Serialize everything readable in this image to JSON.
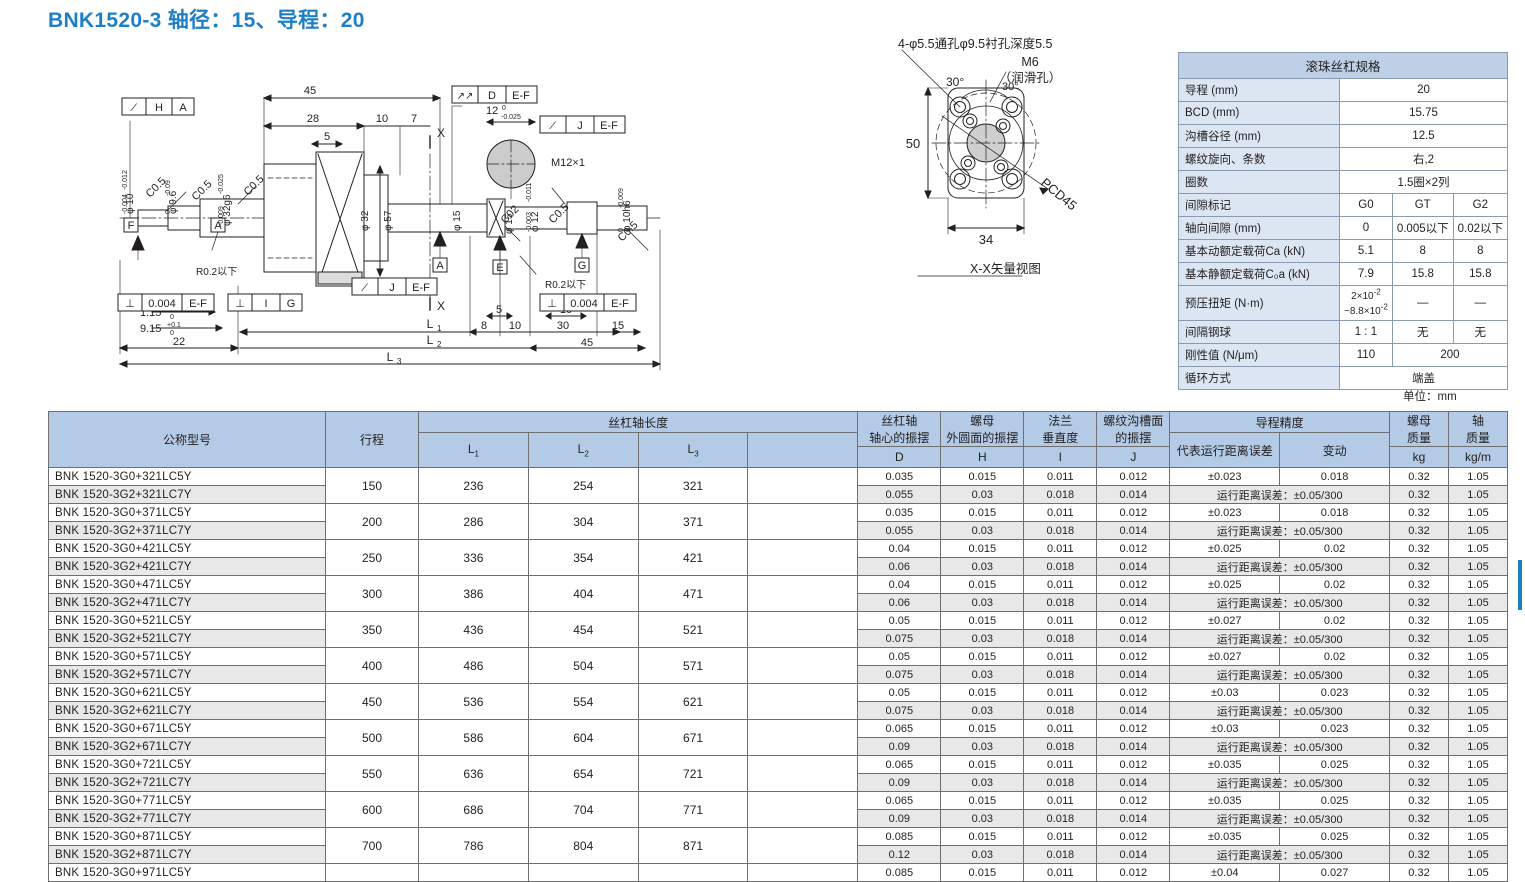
{
  "title": "BNK1520-3  轴径：15、导程：20",
  "unit_note": "单位：mm",
  "spec_table": {
    "header": "滚珠丝杠规格",
    "rows": [
      {
        "label": "导程 (mm)",
        "type": "full",
        "values": [
          "20"
        ]
      },
      {
        "label": "BCD (mm)",
        "type": "full",
        "values": [
          "15.75"
        ]
      },
      {
        "label": "沟槽谷径 (mm)",
        "type": "full",
        "values": [
          "12.5"
        ]
      },
      {
        "label": "螺纹旋向、条数",
        "type": "full",
        "values": [
          "右,2"
        ]
      },
      {
        "label": "圈数",
        "type": "full",
        "values": [
          "1.5圈×2列"
        ]
      },
      {
        "label": "间隙标记",
        "type": "three",
        "values": [
          "G0",
          "GT",
          "G2"
        ]
      },
      {
        "label": "轴向间隙 (mm)",
        "type": "three",
        "values": [
          "0",
          "0.005以下",
          "0.02以下"
        ]
      },
      {
        "label": "基本动额定载荷Ca (kN)",
        "type": "three",
        "values": [
          "5.1",
          "8",
          "8"
        ]
      },
      {
        "label": "基本静额定载荷C₀a (kN)",
        "type": "three",
        "values": [
          "7.9",
          "15.8",
          "15.8"
        ]
      },
      {
        "label": "预压扭矩 (N·m)",
        "type": "three_multiline",
        "values": [
          "2×10⁻²\n~8.8×10⁻²",
          "—",
          "—"
        ]
      },
      {
        "label": "间隔钢球",
        "type": "three",
        "values": [
          "1 : 1",
          "无",
          "无"
        ]
      },
      {
        "label": "刚性值 (N/μm)",
        "type": "one_two",
        "values": [
          "110",
          "200"
        ]
      },
      {
        "label": "循环方式",
        "type": "full",
        "values": [
          "端盖"
        ]
      }
    ]
  },
  "main_table": {
    "headers": {
      "model": "公称型号",
      "stroke": "行程",
      "shaft_length_group": "丝杠轴长度",
      "l1": "L₁",
      "l2": "L₂",
      "l3": "L₃",
      "l4": "",
      "runout_shaft": "丝杠轴\n轴心的振摆",
      "runout_shaft_code": "D",
      "runout_nut": "螺母\n外圆面的振摆",
      "runout_nut_code": "H",
      "flange_perp": "法兰\n垂直度",
      "flange_perp_code": "I",
      "thread_groove": "螺纹沟槽面\n的振摆",
      "thread_groove_code": "J",
      "lead_accuracy_group": "导程精度",
      "travel_error": "代表运行距离误差",
      "variation": "变动",
      "nut_mass": "螺母\n质量",
      "nut_mass_unit": "kg",
      "shaft_mass": "轴\n质量",
      "shaft_mass_unit": "kg/m"
    },
    "rows": [
      {
        "model_a": "BNK 1520-3G0+321LC5Y",
        "model_b": "BNK 1520-3G2+321LC7Y",
        "stroke": "150",
        "l1": "236",
        "l2": "254",
        "l3": "321",
        "a": {
          "d": "0.035",
          "h": "0.015",
          "i": "0.011",
          "j": "0.012",
          "travel": "±0.023",
          "var": "0.018",
          "nut": "0.32",
          "shaft": "1.05"
        },
        "b": {
          "d": "0.055",
          "h": "0.03",
          "i": "0.018",
          "j": "0.014",
          "travel": "运行距离误差：±0.05/300",
          "nut": "0.32",
          "shaft": "1.05"
        }
      },
      {
        "model_a": "BNK 1520-3G0+371LC5Y",
        "model_b": "BNK 1520-3G2+371LC7Y",
        "stroke": "200",
        "l1": "286",
        "l2": "304",
        "l3": "371",
        "a": {
          "d": "0.035",
          "h": "0.015",
          "i": "0.011",
          "j": "0.012",
          "travel": "±0.023",
          "var": "0.018",
          "nut": "0.32",
          "shaft": "1.05"
        },
        "b": {
          "d": "0.055",
          "h": "0.03",
          "i": "0.018",
          "j": "0.014",
          "travel": "运行距离误差：±0.05/300",
          "nut": "0.32",
          "shaft": "1.05"
        }
      },
      {
        "model_a": "BNK 1520-3G0+421LC5Y",
        "model_b": "BNK 1520-3G2+421LC7Y",
        "stroke": "250",
        "l1": "336",
        "l2": "354",
        "l3": "421",
        "a": {
          "d": "0.04",
          "h": "0.015",
          "i": "0.011",
          "j": "0.012",
          "travel": "±0.025",
          "var": "0.02",
          "nut": "0.32",
          "shaft": "1.05"
        },
        "b": {
          "d": "0.06",
          "h": "0.03",
          "i": "0.018",
          "j": "0.014",
          "travel": "运行距离误差：±0.05/300",
          "nut": "0.32",
          "shaft": "1.05"
        }
      },
      {
        "model_a": "BNK 1520-3G0+471LC5Y",
        "model_b": "BNK 1520-3G2+471LC7Y",
        "stroke": "300",
        "l1": "386",
        "l2": "404",
        "l3": "471",
        "a": {
          "d": "0.04",
          "h": "0.015",
          "i": "0.011",
          "j": "0.012",
          "travel": "±0.025",
          "var": "0.02",
          "nut": "0.32",
          "shaft": "1.05"
        },
        "b": {
          "d": "0.06",
          "h": "0.03",
          "i": "0.018",
          "j": "0.014",
          "travel": "运行距离误差：±0.05/300",
          "nut": "0.32",
          "shaft": "1.05"
        }
      },
      {
        "model_a": "BNK 1520-3G0+521LC5Y",
        "model_b": "BNK 1520-3G2+521LC7Y",
        "stroke": "350",
        "l1": "436",
        "l2": "454",
        "l3": "521",
        "a": {
          "d": "0.05",
          "h": "0.015",
          "i": "0.011",
          "j": "0.012",
          "travel": "±0.027",
          "var": "0.02",
          "nut": "0.32",
          "shaft": "1.05"
        },
        "b": {
          "d": "0.075",
          "h": "0.03",
          "i": "0.018",
          "j": "0.014",
          "travel": "运行距离误差：±0.05/300",
          "nut": "0.32",
          "shaft": "1.05"
        }
      },
      {
        "model_a": "BNK 1520-3G0+571LC5Y",
        "model_b": "BNK 1520-3G2+571LC7Y",
        "stroke": "400",
        "l1": "486",
        "l2": "504",
        "l3": "571",
        "a": {
          "d": "0.05",
          "h": "0.015",
          "i": "0.011",
          "j": "0.012",
          "travel": "±0.027",
          "var": "0.02",
          "nut": "0.32",
          "shaft": "1.05"
        },
        "b": {
          "d": "0.075",
          "h": "0.03",
          "i": "0.018",
          "j": "0.014",
          "travel": "运行距离误差：±0.05/300",
          "nut": "0.32",
          "shaft": "1.05"
        }
      },
      {
        "model_a": "BNK 1520-3G0+621LC5Y",
        "model_b": "BNK 1520-3G2+621LC7Y",
        "stroke": "450",
        "l1": "536",
        "l2": "554",
        "l3": "621",
        "a": {
          "d": "0.05",
          "h": "0.015",
          "i": "0.011",
          "j": "0.012",
          "travel": "±0.03",
          "var": "0.023",
          "nut": "0.32",
          "shaft": "1.05"
        },
        "b": {
          "d": "0.075",
          "h": "0.03",
          "i": "0.018",
          "j": "0.014",
          "travel": "运行距离误差：±0.05/300",
          "nut": "0.32",
          "shaft": "1.05"
        }
      },
      {
        "model_a": "BNK 1520-3G0+671LC5Y",
        "model_b": "BNK 1520-3G2+671LC7Y",
        "stroke": "500",
        "l1": "586",
        "l2": "604",
        "l3": "671",
        "a": {
          "d": "0.065",
          "h": "0.015",
          "i": "0.011",
          "j": "0.012",
          "travel": "±0.03",
          "var": "0.023",
          "nut": "0.32",
          "shaft": "1.05"
        },
        "b": {
          "d": "0.09",
          "h": "0.03",
          "i": "0.018",
          "j": "0.014",
          "travel": "运行距离误差：±0.05/300",
          "nut": "0.32",
          "shaft": "1.05"
        }
      },
      {
        "model_a": "BNK 1520-3G0+721LC5Y",
        "model_b": "BNK 1520-3G2+721LC7Y",
        "stroke": "550",
        "l1": "636",
        "l2": "654",
        "l3": "721",
        "a": {
          "d": "0.065",
          "h": "0.015",
          "i": "0.011",
          "j": "0.012",
          "travel": "±0.035",
          "var": "0.025",
          "nut": "0.32",
          "shaft": "1.05"
        },
        "b": {
          "d": "0.09",
          "h": "0.03",
          "i": "0.018",
          "j": "0.014",
          "travel": "运行距离误差：±0.05/300",
          "nut": "0.32",
          "shaft": "1.05"
        }
      },
      {
        "model_a": "BNK 1520-3G0+771LC5Y",
        "model_b": "BNK 1520-3G2+771LC7Y",
        "stroke": "600",
        "l1": "686",
        "l2": "704",
        "l3": "771",
        "a": {
          "d": "0.065",
          "h": "0.015",
          "i": "0.011",
          "j": "0.012",
          "travel": "±0.035",
          "var": "0.025",
          "nut": "0.32",
          "shaft": "1.05"
        },
        "b": {
          "d": "0.09",
          "h": "0.03",
          "i": "0.018",
          "j": "0.014",
          "travel": "运行距离误差：±0.05/300",
          "nut": "0.32",
          "shaft": "1.05"
        }
      },
      {
        "model_a": "BNK 1520-3G0+871LC5Y",
        "model_b": "BNK 1520-3G2+871LC7Y",
        "stroke": "700",
        "l1": "786",
        "l2": "804",
        "l3": "871",
        "a": {
          "d": "0.085",
          "h": "0.015",
          "i": "0.011",
          "j": "0.012",
          "travel": "±0.035",
          "var": "0.025",
          "nut": "0.32",
          "shaft": "1.05"
        },
        "b": {
          "d": "0.12",
          "h": "0.03",
          "i": "0.018",
          "j": "0.014",
          "travel": "运行距离误差：±0.05/300",
          "nut": "0.32",
          "shaft": "1.05"
        }
      },
      {
        "model_a": "BNK 1520-3G0+971LC5Y",
        "model_b": "",
        "stroke": "",
        "l1": "",
        "l2": "",
        "l3": "",
        "a": {
          "d": "0.085",
          "h": "0.015",
          "i": "0.011",
          "j": "0.012",
          "travel": "±0.04",
          "var": "0.027",
          "nut": "0.32",
          "shaft": "1.05"
        },
        "b": null
      }
    ]
  },
  "drawing": {
    "side_view": {
      "gdt_frames": [
        {
          "sym": "⌮",
          "letter": "H",
          "datum": "A"
        },
        {
          "sym": "⌮",
          "letter": "D",
          "datum": "E-F"
        },
        {
          "sym": "⌮",
          "letter": "J",
          "datum": "E-F"
        },
        {
          "sym": "⌮",
          "letter": "J",
          "datum": "E-F"
        },
        {
          "sym": "⊥",
          "letter": "I",
          "datum": "G"
        },
        {
          "sym": "⊥",
          "letter": "0.004",
          "datum": "E-F"
        },
        {
          "sym": "⊥",
          "letter": "0.004",
          "datum": "E-F"
        }
      ],
      "diameters": [
        "φ 10⁻⁰·⁰⁰⁴₋₀.₀₁₂",
        "φ 9.6 ⁰₋₀.₀₉",
        "φ 32g6 ⁻⁰·⁰⁰⁹₋₀.₀₂₅",
        "φ 32",
        "φ 57",
        "φ 15",
        "φ 12 ⁻⁰·⁰⁰³₋₀.₀₁₁",
        "φ 10h6 ⁰₋₀.₀₀₉"
      ],
      "chamfers": [
        "C0.5",
        "C0.5",
        "C0.5",
        "C0.2",
        "C0.5",
        "C0.5",
        "C0.5"
      ],
      "dims": [
        "45",
        "28",
        "10",
        "7",
        "5",
        "12 ⁰₋₀.₀₂₅",
        "8",
        "10",
        "5",
        "30",
        "10",
        "15",
        "45",
        "22",
        "1.15⁺⁰·¹⁴₀",
        "9.15⁺⁰·¹₀"
      ],
      "thread": "M12×1",
      "radius_notes": [
        "R0.2以下",
        "R0.2以下"
      ],
      "length_labels": [
        "L₁",
        "L₂",
        "L₃"
      ],
      "datum_marks": [
        "F",
        "A",
        "A",
        "E",
        "G",
        "X",
        "X"
      ]
    },
    "section_view": {
      "caption": "X-X矢量视图",
      "hole_note": "4-φ5.5通孔φ9.5衬孔深度5.5",
      "lube_note": "M6",
      "lube_note2": "（润滑孔）",
      "angles": [
        "30°",
        "30°"
      ],
      "height": "50",
      "width": "34",
      "pcd": "PCD45"
    }
  }
}
